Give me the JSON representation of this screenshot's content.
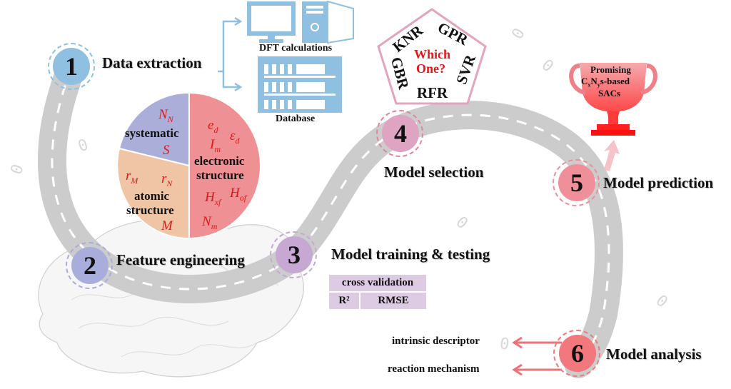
{
  "steps": [
    {
      "number": "1",
      "label": "Data extraction",
      "color": "#8fc0e2",
      "ring": "#8fc0e2"
    },
    {
      "number": "2",
      "label": "Feature engineering",
      "color": "#a9addb",
      "ring": "#a9addb"
    },
    {
      "number": "3",
      "label": "Model training & testing",
      "color": "#c6a8d3",
      "ring": "#c6a8d3"
    },
    {
      "number": "4",
      "label": "Model selection",
      "color": "#dea4c2",
      "ring": "#e3849f"
    },
    {
      "number": "5",
      "label": "Model prediction",
      "color": "#ee8f9a",
      "ring": "#ee8f9a"
    },
    {
      "number": "6",
      "label": "Model analysis",
      "color": "#f2787d",
      "ring": "#f2787d"
    }
  ],
  "data_sources": {
    "dft_label": "DFT calculations",
    "database_label": "Database",
    "icon_color": "#8fc0e2"
  },
  "feature_pie": {
    "segments": [
      {
        "name": "systematic",
        "label": "systematic",
        "color": "#aaaed9",
        "share": 0.21,
        "symbols": [
          "N_N",
          "S"
        ]
      },
      {
        "name": "atomic-structure",
        "label": "atomic structure",
        "color": "#efc5a6",
        "share": 0.29,
        "symbols": [
          "r_M",
          "r_N",
          "M"
        ]
      },
      {
        "name": "electronic-structure",
        "label": "electronic structure",
        "color": "#ef9094",
        "share": 0.5,
        "symbols": [
          "e_d",
          "ε_d",
          "I_m",
          "H_xf",
          "H_of",
          "N_m"
        ]
      }
    ],
    "symbols": {
      "NN": {
        "main": "N",
        "sub": "N"
      },
      "S": {
        "main": "S",
        "sub": ""
      },
      "rM": {
        "main": "r",
        "sub": "M"
      },
      "rN": {
        "main": "r",
        "sub": "N"
      },
      "M": {
        "main": "M",
        "sub": ""
      },
      "ed": {
        "main": "e",
        "sub": "d"
      },
      "epsd": {
        "main": "ε",
        "sub": "d"
      },
      "Im": {
        "main": "I",
        "sub": "m"
      },
      "Hxf": {
        "main": "H",
        "sub": "xf"
      },
      "Hof": {
        "main": "H",
        "sub": "of"
      },
      "Nm": {
        "main": "N",
        "sub": "m"
      }
    },
    "label_electronic_1": "electronic",
    "label_electronic_2": "structure",
    "label_atomic_1": "atomic",
    "label_atomic_2": "structure"
  },
  "model_selection": {
    "models": [
      "KNR",
      "GPR",
      "SVR",
      "RFR",
      "GBR"
    ],
    "question_1": "Which",
    "question_2": "One?",
    "border_color": "#e3a4c0",
    "question_color": "#e01818"
  },
  "training": {
    "header": "cross validation",
    "metric_1": "R²",
    "metric_2": "RMSE",
    "cell_color": "#dccbe3"
  },
  "prediction": {
    "line_1": "Promising",
    "line_2_pre": "C",
    "line_2_sub1": "x",
    "line_2_mid": "N",
    "line_2_sub2": "y",
    "line_2_post": "s-based",
    "line_3": "SACs",
    "trophy_color": "#f06670"
  },
  "analysis": {
    "outputs": [
      "intrinsic descriptor",
      "reaction mechanism"
    ],
    "arrow_color": "#ee7277"
  },
  "road_color": "#cccccc"
}
